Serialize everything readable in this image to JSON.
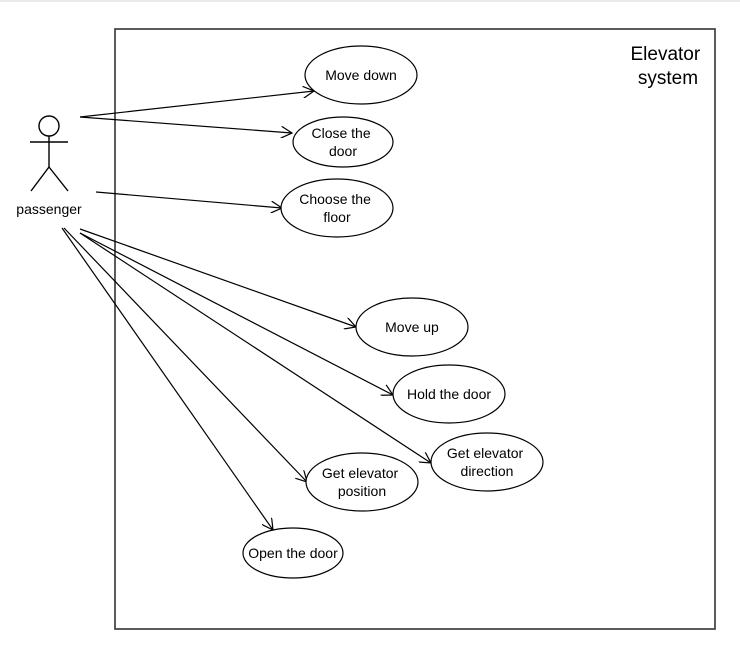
{
  "system": {
    "label_lines": [
      "Elevator",
      "system"
    ]
  },
  "actor": {
    "label": "passenger"
  },
  "use_cases": [
    {
      "id": "move-down",
      "lines": [
        "Move down"
      ]
    },
    {
      "id": "close-door",
      "lines": [
        "Close the",
        "door"
      ]
    },
    {
      "id": "choose-floor",
      "lines": [
        "Choose the",
        "floor"
      ]
    },
    {
      "id": "move-up",
      "lines": [
        "Move up"
      ]
    },
    {
      "id": "hold-door",
      "lines": [
        "Hold the door"
      ]
    },
    {
      "id": "get-direction",
      "lines": [
        "Get elevator",
        "direction"
      ]
    },
    {
      "id": "get-position",
      "lines": [
        "Get elevator",
        "position"
      ]
    },
    {
      "id": "open-door",
      "lines": [
        "Open the door"
      ]
    }
  ]
}
